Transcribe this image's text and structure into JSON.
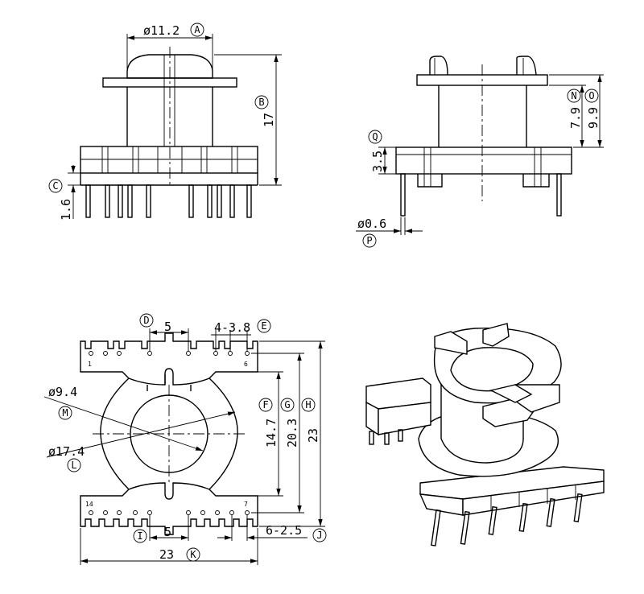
{
  "dimensions": {
    "diameter_top": "ø11.2",
    "height_total": "17",
    "pin_length": "1.6",
    "side_height_a": "7.9",
    "side_height_b": "9.9",
    "flange_thickness": "3.5",
    "pin_diameter": "ø0.6",
    "pitch_top": "5",
    "slot_top": "4-3.8",
    "inner_diameter": "ø9.4",
    "outer_diameter": "ø17.4",
    "height_f": "14.7",
    "height_g": "20.3",
    "height_h": "23",
    "pitch_bottom": "5",
    "slot_bottom": "6-2.5",
    "width_total": "23"
  },
  "callouts": {
    "A": "A",
    "B": "B",
    "C": "C",
    "D": "D",
    "E": "E",
    "F": "F",
    "G": "G",
    "H": "H",
    "I": "I",
    "J": "J",
    "K": "K",
    "L": "L",
    "M": "M",
    "N": "N",
    "O": "O",
    "P": "P",
    "Q": "Q"
  },
  "pin_numbers": {
    "p1": "1",
    "p6": "6",
    "p14": "14",
    "p7": "7"
  }
}
